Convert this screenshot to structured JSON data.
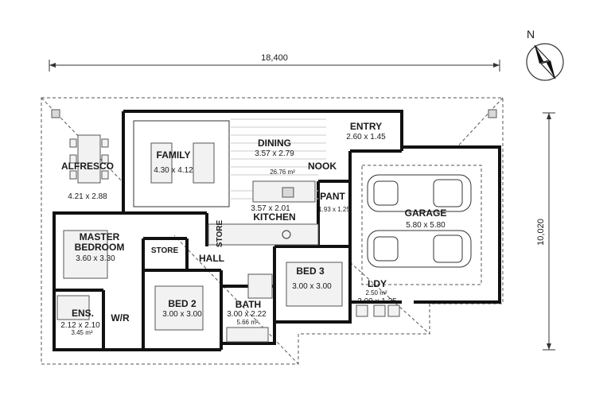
{
  "dimensions": {
    "width_label": "18,400",
    "depth_label": "10,020"
  },
  "compass": {
    "north_label": "N"
  },
  "rooms": {
    "alfresco": {
      "name": "ALFRESCO",
      "size": "4.21 x 2.88"
    },
    "family": {
      "name": "FAMILY",
      "size": "4.30 x 4.12"
    },
    "dining": {
      "name": "DINING",
      "size": "3.57 x 2.79",
      "area": "26.76 m²"
    },
    "entry": {
      "name": "ENTRY",
      "size": "2.60 x 1.45"
    },
    "nook": {
      "name": "NOOK"
    },
    "pant": {
      "name": "PANT",
      "size": "1.93 x 1.25"
    },
    "kitchen": {
      "name": "KITCHEN",
      "size": "3.57 x 2.01"
    },
    "garage": {
      "name": "GARAGE",
      "size": "5.80 x 5.80"
    },
    "master": {
      "name_line1": "MASTER",
      "name_line2": "BEDROOM",
      "size": "3.60 x 3.30"
    },
    "store_small": {
      "name": "STORE"
    },
    "store": {
      "name": "STORE"
    },
    "hall": {
      "name": "HALL"
    },
    "bed3": {
      "name": "BED 3",
      "size": "3.00 x 3.00"
    },
    "ldy": {
      "name": "LDY",
      "area": "2.50 m²",
      "size": "2.00 x 1.25"
    },
    "ens": {
      "name": "ENS.",
      "size": "2.12 x 2.10",
      "area": "3.45 m²"
    },
    "wr": {
      "name": "W/R"
    },
    "bed2": {
      "name": "BED 2",
      "size": "3.00 x 3.00"
    },
    "bath": {
      "name": "BATH",
      "size": "3.00 x 2.22",
      "area": "5.66 m²"
    }
  }
}
